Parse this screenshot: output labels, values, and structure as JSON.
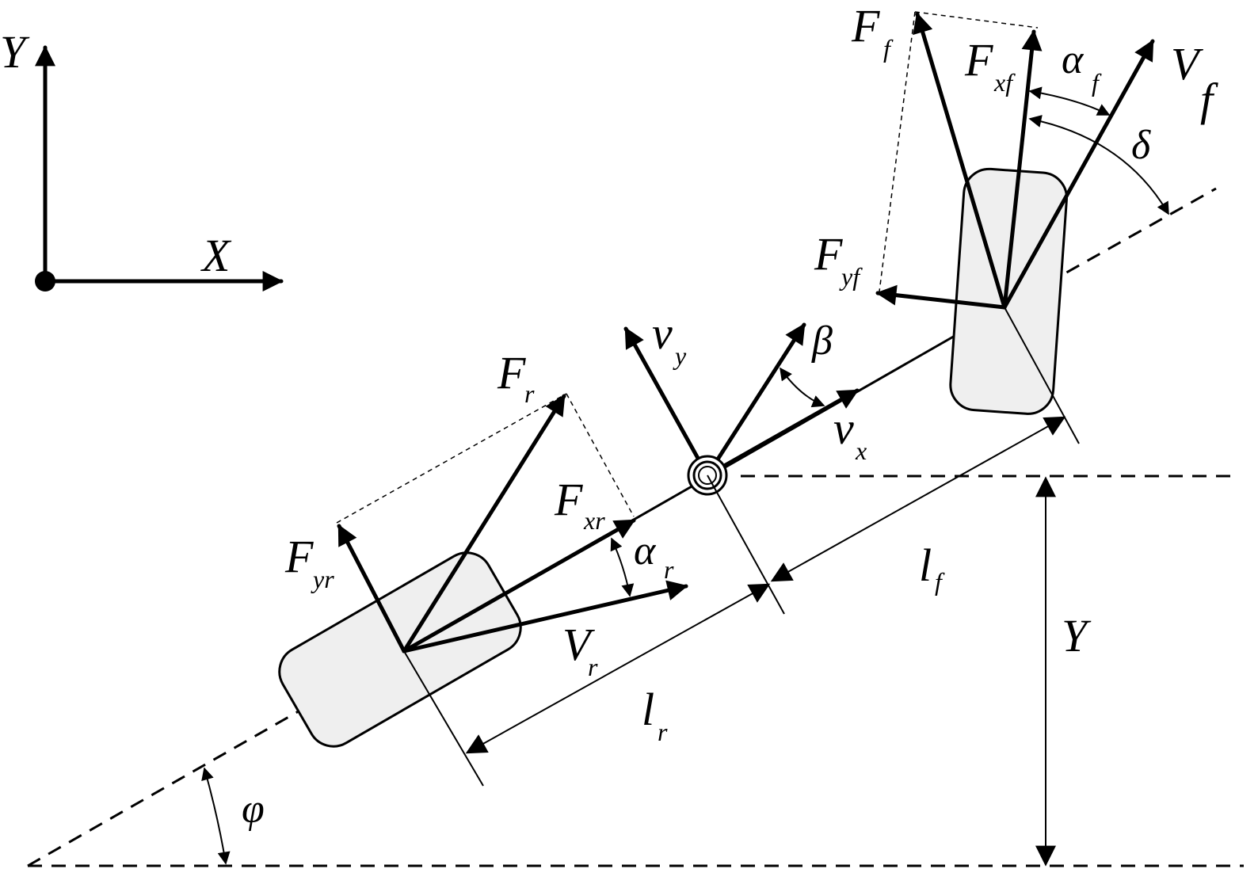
{
  "axes": {
    "x_label": "X",
    "y_label": "Y"
  },
  "labels": {
    "Ff": {
      "main": "F",
      "sub": "f"
    },
    "Fxf": {
      "main": "F",
      "sub": "xf"
    },
    "Fyf": {
      "main": "F",
      "sub": "yf"
    },
    "alpha_f": {
      "main": "α",
      "sub": "f"
    },
    "Vf": {
      "main": "V",
      "sub": "f"
    },
    "delta": "δ",
    "Fr": {
      "main": "F",
      "sub": "r"
    },
    "Fxr": {
      "main": "F",
      "sub": "xr"
    },
    "Fyr": {
      "main": "F",
      "sub": "yr"
    },
    "alpha_r": {
      "main": "α",
      "sub": "r"
    },
    "Vr": {
      "main": "V",
      "sub": "r"
    },
    "vx": {
      "main": "v",
      "sub": "x"
    },
    "vy": {
      "main": "v",
      "sub": "y"
    },
    "beta": "β",
    "lf": {
      "main": "l",
      "sub": "f"
    },
    "lr": {
      "main": "l",
      "sub": "r"
    },
    "Y_dim": "Y",
    "phi": "φ"
  }
}
